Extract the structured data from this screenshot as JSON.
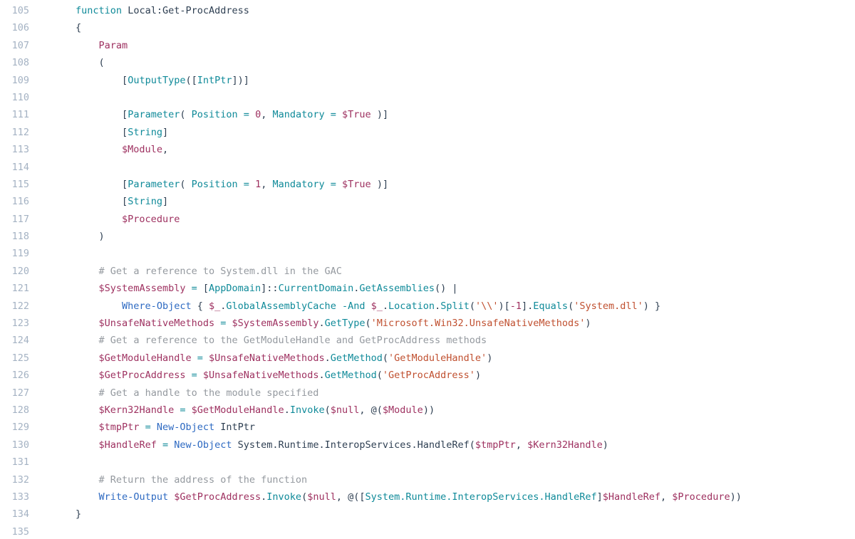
{
  "palette": {
    "background": "#ffffff",
    "line_number": "#a4b2c3",
    "plain": "#2e3f52",
    "keyword": "#0f8a99",
    "variable": "#9e3160",
    "number": "#9e3160",
    "string": "#c05030",
    "cmdlet": "#2e6ac2",
    "comment": "#94999f"
  },
  "code": {
    "first_line": 105,
    "last_line": 135,
    "lines": [
      {
        "n": 105,
        "t": [
          {
            "c": "w",
            "v": "        "
          },
          {
            "c": "k",
            "v": "function"
          },
          {
            "c": "p",
            "v": " Local:Get-ProcAddress"
          }
        ]
      },
      {
        "n": 106,
        "t": [
          {
            "c": "w",
            "v": "        "
          },
          {
            "c": "p",
            "v": "{"
          }
        ]
      },
      {
        "n": 107,
        "t": [
          {
            "c": "w",
            "v": "            "
          },
          {
            "c": "v",
            "v": "Param"
          }
        ]
      },
      {
        "n": 108,
        "t": [
          {
            "c": "w",
            "v": "            "
          },
          {
            "c": "p",
            "v": "("
          }
        ]
      },
      {
        "n": 109,
        "t": [
          {
            "c": "w",
            "v": "                "
          },
          {
            "c": "p",
            "v": "["
          },
          {
            "c": "k",
            "v": "OutputType"
          },
          {
            "c": "p",
            "v": "(["
          },
          {
            "c": "k",
            "v": "IntPtr"
          },
          {
            "c": "p",
            "v": "])]"
          }
        ]
      },
      {
        "n": 110,
        "t": []
      },
      {
        "n": 111,
        "t": [
          {
            "c": "w",
            "v": "                "
          },
          {
            "c": "p",
            "v": "["
          },
          {
            "c": "k",
            "v": "Parameter"
          },
          {
            "c": "p",
            "v": "( "
          },
          {
            "c": "k",
            "v": "Position"
          },
          {
            "c": "p",
            "v": " "
          },
          {
            "c": "k",
            "v": "="
          },
          {
            "c": "p",
            "v": " "
          },
          {
            "c": "n",
            "v": "0"
          },
          {
            "c": "p",
            "v": ", "
          },
          {
            "c": "k",
            "v": "Mandatory"
          },
          {
            "c": "p",
            "v": " "
          },
          {
            "c": "k",
            "v": "="
          },
          {
            "c": "p",
            "v": " "
          },
          {
            "c": "v",
            "v": "$True"
          },
          {
            "c": "p",
            "v": " )]"
          }
        ]
      },
      {
        "n": 112,
        "t": [
          {
            "c": "w",
            "v": "                "
          },
          {
            "c": "p",
            "v": "["
          },
          {
            "c": "k",
            "v": "String"
          },
          {
            "c": "p",
            "v": "]"
          }
        ]
      },
      {
        "n": 113,
        "t": [
          {
            "c": "w",
            "v": "                "
          },
          {
            "c": "v",
            "v": "$Module"
          },
          {
            "c": "p",
            "v": ","
          }
        ]
      },
      {
        "n": 114,
        "t": []
      },
      {
        "n": 115,
        "t": [
          {
            "c": "w",
            "v": "                "
          },
          {
            "c": "p",
            "v": "["
          },
          {
            "c": "k",
            "v": "Parameter"
          },
          {
            "c": "p",
            "v": "( "
          },
          {
            "c": "k",
            "v": "Position"
          },
          {
            "c": "p",
            "v": " "
          },
          {
            "c": "k",
            "v": "="
          },
          {
            "c": "p",
            "v": " "
          },
          {
            "c": "n",
            "v": "1"
          },
          {
            "c": "p",
            "v": ", "
          },
          {
            "c": "k",
            "v": "Mandatory"
          },
          {
            "c": "p",
            "v": " "
          },
          {
            "c": "k",
            "v": "="
          },
          {
            "c": "p",
            "v": " "
          },
          {
            "c": "v",
            "v": "$True"
          },
          {
            "c": "p",
            "v": " )]"
          }
        ]
      },
      {
        "n": 116,
        "t": [
          {
            "c": "w",
            "v": "                "
          },
          {
            "c": "p",
            "v": "["
          },
          {
            "c": "k",
            "v": "String"
          },
          {
            "c": "p",
            "v": "]"
          }
        ]
      },
      {
        "n": 117,
        "t": [
          {
            "c": "w",
            "v": "                "
          },
          {
            "c": "v",
            "v": "$Procedure"
          }
        ]
      },
      {
        "n": 118,
        "t": [
          {
            "c": "w",
            "v": "            "
          },
          {
            "c": "p",
            "v": ")"
          }
        ]
      },
      {
        "n": 119,
        "t": []
      },
      {
        "n": 120,
        "t": [
          {
            "c": "w",
            "v": "            "
          },
          {
            "c": "c",
            "v": "# Get a reference to System.dll in the GAC"
          }
        ]
      },
      {
        "n": 121,
        "t": [
          {
            "c": "w",
            "v": "            "
          },
          {
            "c": "v",
            "v": "$SystemAssembly"
          },
          {
            "c": "p",
            "v": " "
          },
          {
            "c": "k",
            "v": "="
          },
          {
            "c": "p",
            "v": " ["
          },
          {
            "c": "k",
            "v": "AppDomain"
          },
          {
            "c": "p",
            "v": "]::"
          },
          {
            "c": "k",
            "v": "CurrentDomain"
          },
          {
            "c": "p",
            "v": "."
          },
          {
            "c": "k",
            "v": "GetAssemblies"
          },
          {
            "c": "p",
            "v": "() |"
          }
        ]
      },
      {
        "n": 122,
        "t": [
          {
            "c": "w",
            "v": "                "
          },
          {
            "c": "b",
            "v": "Where-Object"
          },
          {
            "c": "p",
            "v": " { "
          },
          {
            "c": "v",
            "v": "$_"
          },
          {
            "c": "p",
            "v": "."
          },
          {
            "c": "k",
            "v": "GlobalAssemblyCache"
          },
          {
            "c": "p",
            "v": " "
          },
          {
            "c": "k",
            "v": "-And"
          },
          {
            "c": "p",
            "v": " "
          },
          {
            "c": "v",
            "v": "$_"
          },
          {
            "c": "p",
            "v": "."
          },
          {
            "c": "k",
            "v": "Location"
          },
          {
            "c": "p",
            "v": "."
          },
          {
            "c": "k",
            "v": "Split"
          },
          {
            "c": "p",
            "v": "("
          },
          {
            "c": "s",
            "v": "'\\\\'"
          },
          {
            "c": "p",
            "v": ")["
          },
          {
            "c": "n",
            "v": "-1"
          },
          {
            "c": "p",
            "v": "]."
          },
          {
            "c": "k",
            "v": "Equals"
          },
          {
            "c": "p",
            "v": "("
          },
          {
            "c": "s",
            "v": "'System.dll'"
          },
          {
            "c": "p",
            "v": ") }"
          }
        ]
      },
      {
        "n": 123,
        "t": [
          {
            "c": "w",
            "v": "            "
          },
          {
            "c": "v",
            "v": "$UnsafeNativeMethods"
          },
          {
            "c": "p",
            "v": " "
          },
          {
            "c": "k",
            "v": "="
          },
          {
            "c": "p",
            "v": " "
          },
          {
            "c": "v",
            "v": "$SystemAssembly"
          },
          {
            "c": "p",
            "v": "."
          },
          {
            "c": "k",
            "v": "GetType"
          },
          {
            "c": "p",
            "v": "("
          },
          {
            "c": "s",
            "v": "'Microsoft.Win32.UnsafeNativeMethods'"
          },
          {
            "c": "p",
            "v": ")"
          }
        ]
      },
      {
        "n": 124,
        "t": [
          {
            "c": "w",
            "v": "            "
          },
          {
            "c": "c",
            "v": "# Get a reference to the GetModuleHandle and GetProcAddress methods"
          }
        ]
      },
      {
        "n": 125,
        "t": [
          {
            "c": "w",
            "v": "            "
          },
          {
            "c": "v",
            "v": "$GetModuleHandle"
          },
          {
            "c": "p",
            "v": " "
          },
          {
            "c": "k",
            "v": "="
          },
          {
            "c": "p",
            "v": " "
          },
          {
            "c": "v",
            "v": "$UnsafeNativeMethods"
          },
          {
            "c": "p",
            "v": "."
          },
          {
            "c": "k",
            "v": "GetMethod"
          },
          {
            "c": "p",
            "v": "("
          },
          {
            "c": "s",
            "v": "'GetModuleHandle'"
          },
          {
            "c": "p",
            "v": ")"
          }
        ]
      },
      {
        "n": 126,
        "t": [
          {
            "c": "w",
            "v": "            "
          },
          {
            "c": "v",
            "v": "$GetProcAddress"
          },
          {
            "c": "p",
            "v": " "
          },
          {
            "c": "k",
            "v": "="
          },
          {
            "c": "p",
            "v": " "
          },
          {
            "c": "v",
            "v": "$UnsafeNativeMethods"
          },
          {
            "c": "p",
            "v": "."
          },
          {
            "c": "k",
            "v": "GetMethod"
          },
          {
            "c": "p",
            "v": "("
          },
          {
            "c": "s",
            "v": "'GetProcAddress'"
          },
          {
            "c": "p",
            "v": ")"
          }
        ]
      },
      {
        "n": 127,
        "t": [
          {
            "c": "w",
            "v": "            "
          },
          {
            "c": "c",
            "v": "# Get a handle to the module specified"
          }
        ]
      },
      {
        "n": 128,
        "t": [
          {
            "c": "w",
            "v": "            "
          },
          {
            "c": "v",
            "v": "$Kern32Handle"
          },
          {
            "c": "p",
            "v": " "
          },
          {
            "c": "k",
            "v": "="
          },
          {
            "c": "p",
            "v": " "
          },
          {
            "c": "v",
            "v": "$GetModuleHandle"
          },
          {
            "c": "p",
            "v": "."
          },
          {
            "c": "k",
            "v": "Invoke"
          },
          {
            "c": "p",
            "v": "("
          },
          {
            "c": "v",
            "v": "$null"
          },
          {
            "c": "p",
            "v": ", @("
          },
          {
            "c": "v",
            "v": "$Module"
          },
          {
            "c": "p",
            "v": "))"
          }
        ]
      },
      {
        "n": 129,
        "t": [
          {
            "c": "w",
            "v": "            "
          },
          {
            "c": "v",
            "v": "$tmpPtr"
          },
          {
            "c": "p",
            "v": " "
          },
          {
            "c": "k",
            "v": "="
          },
          {
            "c": "p",
            "v": " "
          },
          {
            "c": "b",
            "v": "New-Object"
          },
          {
            "c": "p",
            "v": " IntPtr"
          }
        ]
      },
      {
        "n": 130,
        "t": [
          {
            "c": "w",
            "v": "            "
          },
          {
            "c": "v",
            "v": "$HandleRef"
          },
          {
            "c": "p",
            "v": " "
          },
          {
            "c": "k",
            "v": "="
          },
          {
            "c": "p",
            "v": " "
          },
          {
            "c": "b",
            "v": "New-Object"
          },
          {
            "c": "p",
            "v": " System.Runtime.InteropServices.HandleRef("
          },
          {
            "c": "v",
            "v": "$tmpPtr"
          },
          {
            "c": "p",
            "v": ", "
          },
          {
            "c": "v",
            "v": "$Kern32Handle"
          },
          {
            "c": "p",
            "v": ")"
          }
        ]
      },
      {
        "n": 131,
        "t": []
      },
      {
        "n": 132,
        "t": [
          {
            "c": "w",
            "v": "            "
          },
          {
            "c": "c",
            "v": "# Return the address of the function"
          }
        ]
      },
      {
        "n": 133,
        "t": [
          {
            "c": "w",
            "v": "            "
          },
          {
            "c": "b",
            "v": "Write-Output"
          },
          {
            "c": "p",
            "v": " "
          },
          {
            "c": "v",
            "v": "$GetProcAddress"
          },
          {
            "c": "p",
            "v": "."
          },
          {
            "c": "k",
            "v": "Invoke"
          },
          {
            "c": "p",
            "v": "("
          },
          {
            "c": "v",
            "v": "$null"
          },
          {
            "c": "p",
            "v": ", @(["
          },
          {
            "c": "k",
            "v": "System.Runtime.InteropServices.HandleRef"
          },
          {
            "c": "p",
            "v": "]"
          },
          {
            "c": "v",
            "v": "$HandleRef"
          },
          {
            "c": "p",
            "v": ", "
          },
          {
            "c": "v",
            "v": "$Procedure"
          },
          {
            "c": "p",
            "v": "))"
          }
        ]
      },
      {
        "n": 134,
        "t": [
          {
            "c": "w",
            "v": "        "
          },
          {
            "c": "p",
            "v": "}"
          }
        ]
      },
      {
        "n": 135,
        "t": []
      }
    ]
  }
}
